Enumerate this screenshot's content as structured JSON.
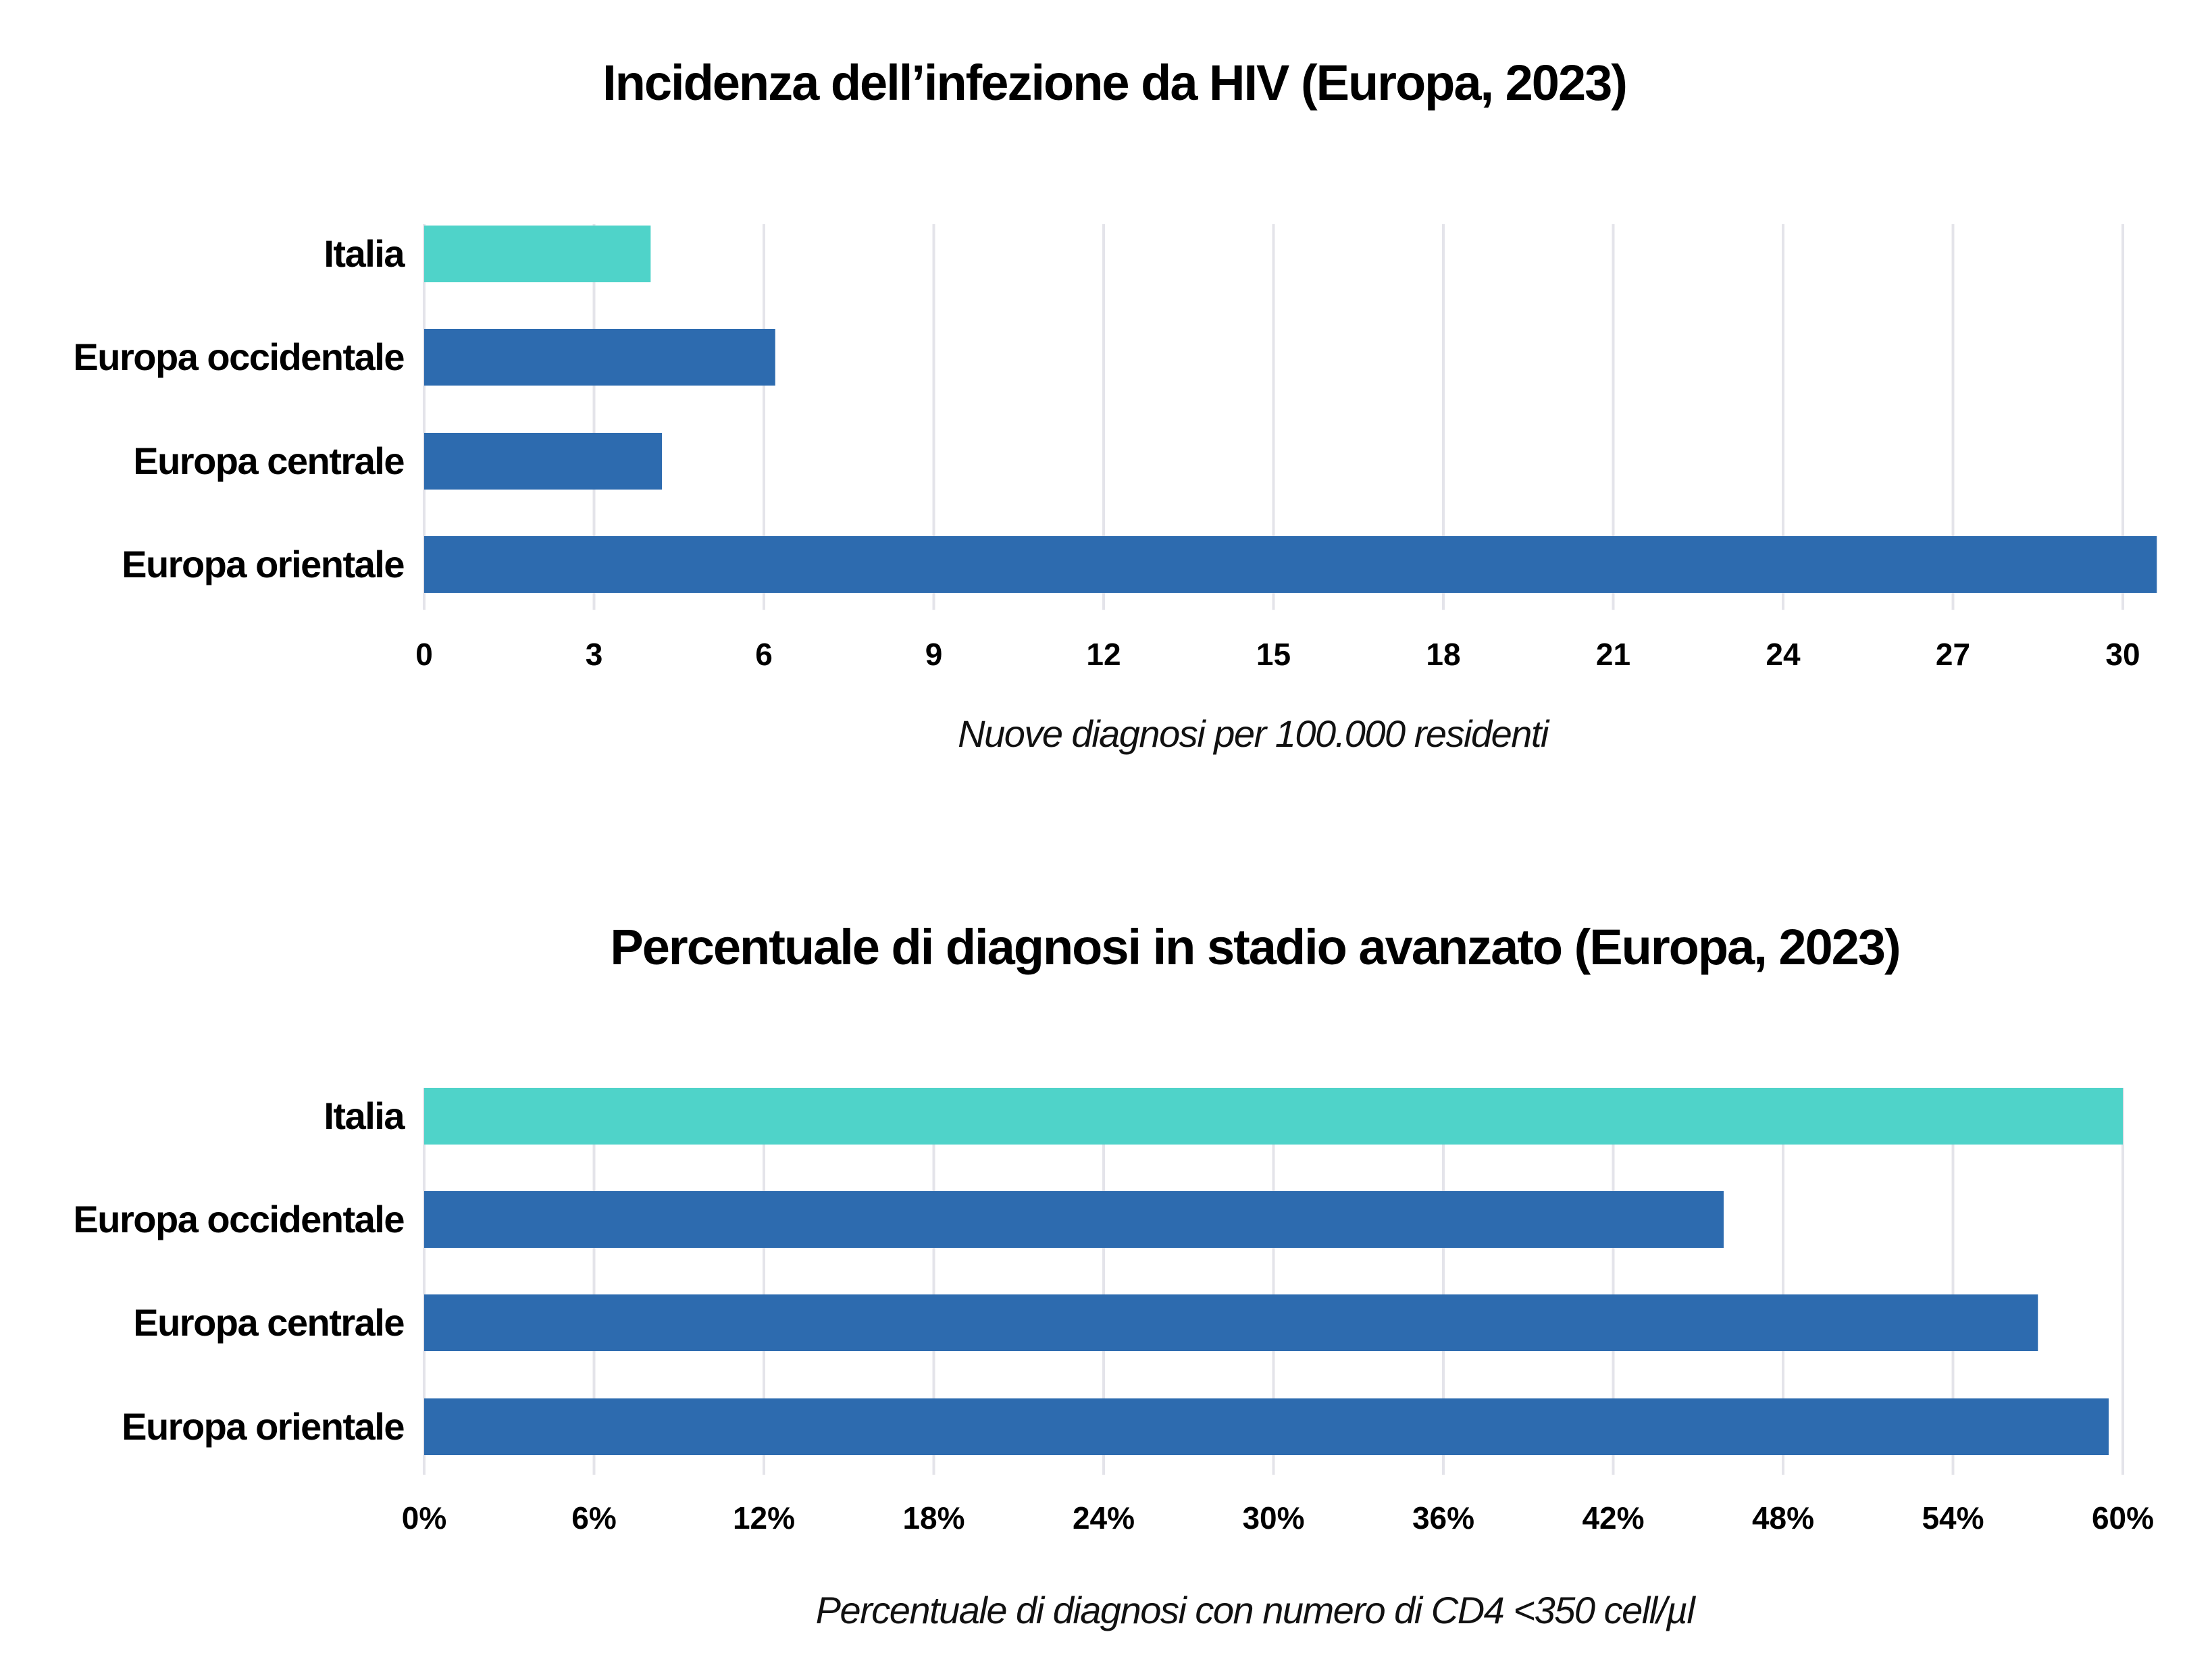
{
  "colors": {
    "highlight": "#4fd3c9",
    "default": "#2d6baf",
    "grid": "#e4e4ea"
  },
  "chart_data": [
    {
      "type": "bar",
      "orientation": "horizontal",
      "title": "Incidenza dell’infezione da HIV (Europa, 2023)",
      "categories": [
        "Italia",
        "Europa occidentale",
        "Europa centrale",
        "Europa orientale"
      ],
      "values": [
        4.0,
        6.2,
        4.2,
        30.6
      ],
      "highlight": [
        true,
        false,
        false,
        false
      ],
      "xlabel": "Nuove diagnosi per 100.000 residenti",
      "ylabel": "",
      "xlim": [
        0,
        30
      ],
      "ticks": [
        0,
        3,
        6,
        9,
        12,
        15,
        18,
        21,
        24,
        27,
        30
      ],
      "tick_labels": [
        "0",
        "3",
        "6",
        "9",
        "12",
        "15",
        "18",
        "21",
        "24",
        "27",
        "30"
      ],
      "grid": "vertical"
    },
    {
      "type": "bar",
      "orientation": "horizontal",
      "title": "Percentuale di diagnosi in stadio avanzato (Europa, 2023)",
      "categories": [
        "Italia",
        "Europa occidentale",
        "Europa centrale",
        "Europa orientale"
      ],
      "values": [
        60.0,
        45.9,
        57.0,
        59.5
      ],
      "highlight": [
        true,
        false,
        false,
        false
      ],
      "xlabel": "Percentuale di diagnosi con numero di CD4 <350 cell/µl",
      "ylabel": "",
      "xlim": [
        0,
        60
      ],
      "ticks": [
        0,
        6,
        12,
        18,
        24,
        30,
        36,
        42,
        48,
        54,
        60
      ],
      "tick_labels": [
        "0%",
        "6%",
        "12%",
        "18%",
        "24%",
        "30%",
        "36%",
        "42%",
        "48%",
        "54%",
        "60%"
      ],
      "grid": "vertical"
    }
  ]
}
